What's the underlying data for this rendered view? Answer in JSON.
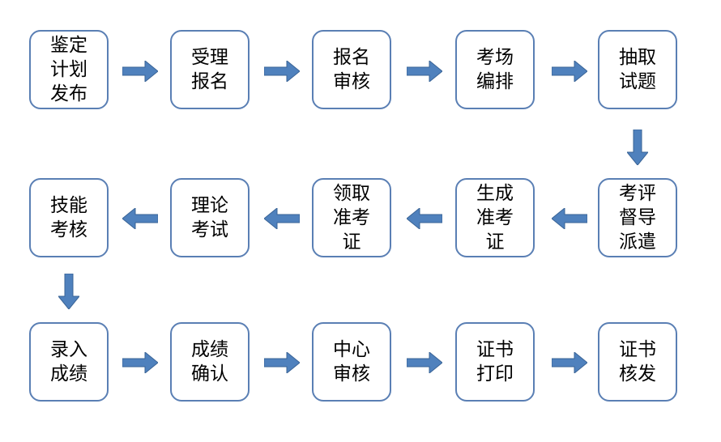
{
  "diagram": {
    "nodes": [
      {
        "id": "n1",
        "label": "鉴定计划发布"
      },
      {
        "id": "n2",
        "label": "受理报名"
      },
      {
        "id": "n3",
        "label": "报名审核"
      },
      {
        "id": "n4",
        "label": "考场编排"
      },
      {
        "id": "n5",
        "label": "抽取试题"
      },
      {
        "id": "n6",
        "label": "考评督导派遣"
      },
      {
        "id": "n7",
        "label": "生成准考证"
      },
      {
        "id": "n8",
        "label": "领取准考证"
      },
      {
        "id": "n9",
        "label": "理论考试"
      },
      {
        "id": "n10",
        "label": "技能考核"
      },
      {
        "id": "n11",
        "label": "录入成绩"
      },
      {
        "id": "n12",
        "label": "成绩确认"
      },
      {
        "id": "n13",
        "label": "中心审核"
      },
      {
        "id": "n14",
        "label": "证书打印"
      },
      {
        "id": "n15",
        "label": "证书核发"
      }
    ],
    "arrow_color": "#4f81bd",
    "border_color": "#5a7fb4"
  }
}
